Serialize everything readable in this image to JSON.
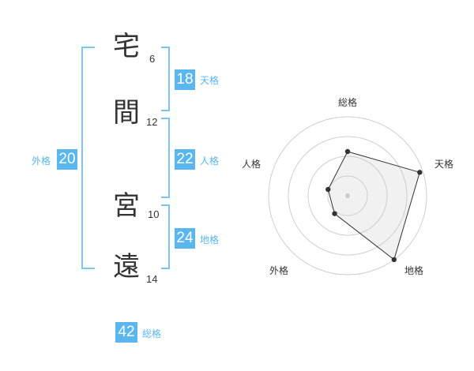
{
  "name_chars": [
    {
      "char": "宅",
      "strokes": "6"
    },
    {
      "char": "間",
      "strokes": "12"
    },
    {
      "char": "宮",
      "strokes": "10"
    },
    {
      "char": "遠",
      "strokes": "14"
    }
  ],
  "kaku": {
    "tenkaku": {
      "value": "18",
      "label": "天格"
    },
    "jinkaku": {
      "value": "22",
      "label": "人格"
    },
    "chikaku": {
      "value": "24",
      "label": "地格"
    },
    "gaikaku": {
      "value": "20",
      "label": "外格"
    },
    "soukaku": {
      "value": "42",
      "label": "総格"
    }
  },
  "colors": {
    "accent": "#59b6ee",
    "bracket": "#7cc4f2",
    "text": "#333333"
  },
  "chart_data": {
    "type": "radar",
    "axes": [
      "総格",
      "天格",
      "地格",
      "外格",
      "人格"
    ],
    "values": [
      0.56,
      0.96,
      1.0,
      0.28,
      0.26
    ],
    "rings": 4
  }
}
